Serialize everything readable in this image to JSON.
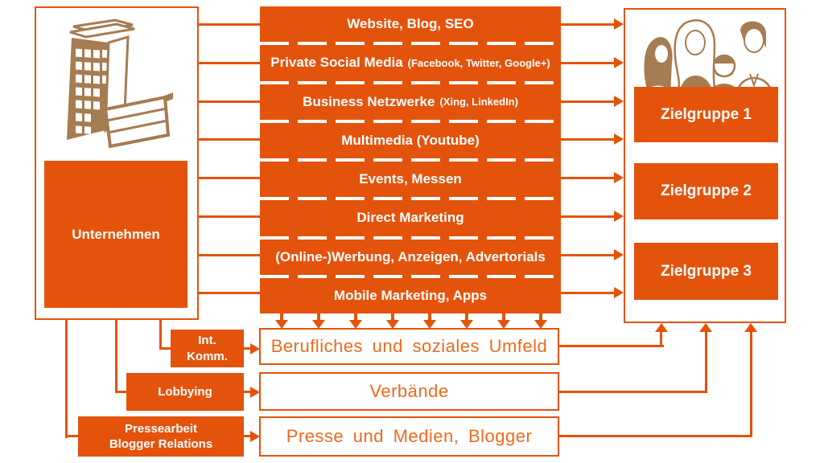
{
  "colors": {
    "orange": "#E4530C",
    "brown": "#A67C52",
    "outcome_text": "#EC6A1E"
  },
  "company": {
    "label": "Unternehmen"
  },
  "channels": [
    {
      "main": "Website, Blog, SEO",
      "sub": ""
    },
    {
      "main": "Private Social Media",
      "sub": "(Facebook, Twitter, Google+)"
    },
    {
      "main": "Business Netzwerke",
      "sub": "(Xing, LinkedIn)"
    },
    {
      "main": "Multimedia (Youtube)",
      "sub": ""
    },
    {
      "main": "Events, Messen",
      "sub": ""
    },
    {
      "main": "Direct Marketing",
      "sub": ""
    },
    {
      "main": "(Online-)Werbung, Anzeigen, Advertorials",
      "sub": ""
    },
    {
      "main": "Mobile Marketing, Apps",
      "sub": ""
    }
  ],
  "target_groups": [
    {
      "label": "Zielgruppe 1"
    },
    {
      "label": "Zielgruppe 2"
    },
    {
      "label": "Zielgruppe 3"
    }
  ],
  "mediators": [
    {
      "line1": "Int.",
      "line2": "Komm."
    },
    {
      "line1": "Lobbying",
      "line2": ""
    },
    {
      "line1": "Pressearbeit",
      "line2": "Blogger Relations"
    }
  ],
  "outcomes": [
    {
      "label": "Berufliches und soziales Umfeld"
    },
    {
      "label": "Verbände"
    },
    {
      "label": "Presse und Medien, Blogger"
    }
  ]
}
